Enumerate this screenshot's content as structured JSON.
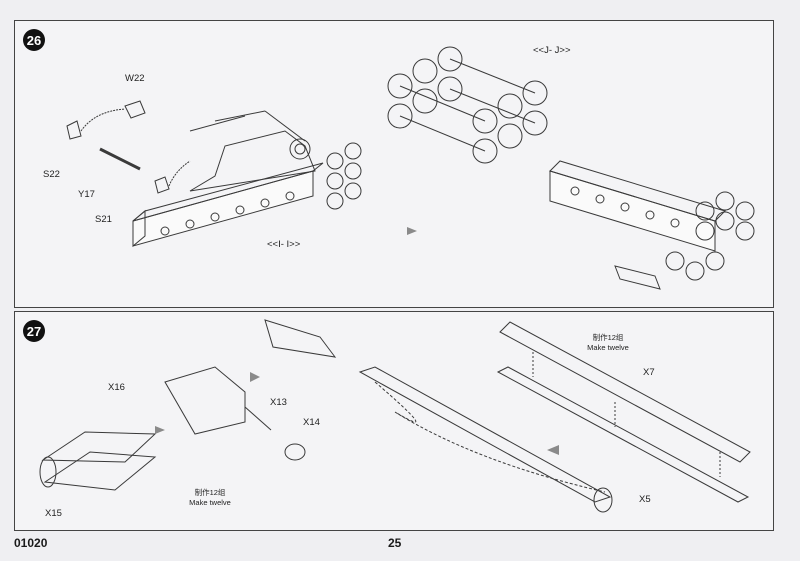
{
  "page_number": "25",
  "product_code": "01020",
  "step26": {
    "number": "26",
    "labels": {
      "w22": "W22",
      "s22": "S22",
      "y17": "Y17",
      "s21": "S21",
      "sub_i": "<<I- I>>",
      "sub_j": "<<J- J>>"
    }
  },
  "step27": {
    "number": "27",
    "labels": {
      "x16": "X16",
      "x15": "X15",
      "x13": "X13",
      "x14": "X14",
      "x7": "X7",
      "x5": "X5"
    },
    "note_left": {
      "cn": "制作12组",
      "en": "Make twelve"
    },
    "note_right": {
      "cn": "制作12组",
      "en": "Make twelve"
    }
  },
  "colors": {
    "line": "#3a3a3a",
    "arrow": "#8a8a8a",
    "badge": "#111111"
  }
}
